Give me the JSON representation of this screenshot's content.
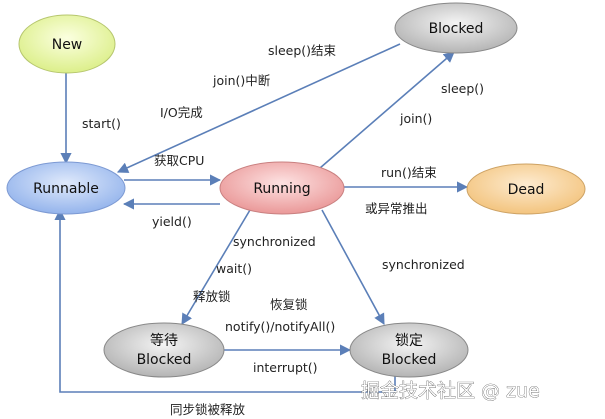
{
  "states": {
    "new": {
      "label": "New"
    },
    "runnable": {
      "label": "Runnable"
    },
    "running": {
      "label": "Running"
    },
    "blocked": {
      "label": "Blocked"
    },
    "dead": {
      "label": "Dead"
    },
    "waiting": {
      "label_line1": "等待",
      "label_line2": "Blocked"
    },
    "locked": {
      "label_line1": "锁定",
      "label_line2": "Blocked"
    }
  },
  "transitions": {
    "start": "start()",
    "get_cpu": "获取CPU",
    "yield": "yield()",
    "sleep_end": "sleep()结束",
    "join_interrupt": "join()中断",
    "io_done": "I/O完成",
    "sleep": "sleep()",
    "join": "join()",
    "run_end_line1": "run()结束",
    "run_end_line2": "或异常推出",
    "synchronized_left": "synchronized",
    "wait": "wait()",
    "release_lock": "释放锁",
    "synchronized_right": "synchronized",
    "restore_lock": "恢复锁",
    "notify": "notify()/notifyAll()",
    "interrupt": "interrupt()",
    "sync_lock_released": "同步锁被释放"
  },
  "watermark": "掘金技术社区 @ zue",
  "colors": {
    "new": "#eaf5a8",
    "runnable": "#a9c4f0",
    "running": "#f0a8a8",
    "blocked": "#c8c8c8",
    "dead": "#f6cf92",
    "edge": "#5b7fb8"
  }
}
